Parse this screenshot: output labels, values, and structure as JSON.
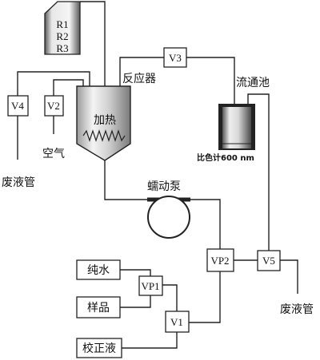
{
  "reagents": {
    "r1": "R1",
    "r2": "R2",
    "r3": "R3"
  },
  "valves": {
    "v1": "V1",
    "v2": "V2",
    "v3": "V3",
    "v4": "V4",
    "v5": "V5",
    "vp1": "VP1",
    "vp2": "VP2"
  },
  "labels": {
    "reactor": "反应器",
    "heating": "加热",
    "air": "空气",
    "waste_left": "废液管",
    "flow_cell": "流通池",
    "colorimeter": "比色计600 nm",
    "pump": "蠕动泵",
    "waste_right": "废液管"
  },
  "sources": {
    "pure_water": "纯水",
    "sample": "样品",
    "calibration": "校正液"
  }
}
